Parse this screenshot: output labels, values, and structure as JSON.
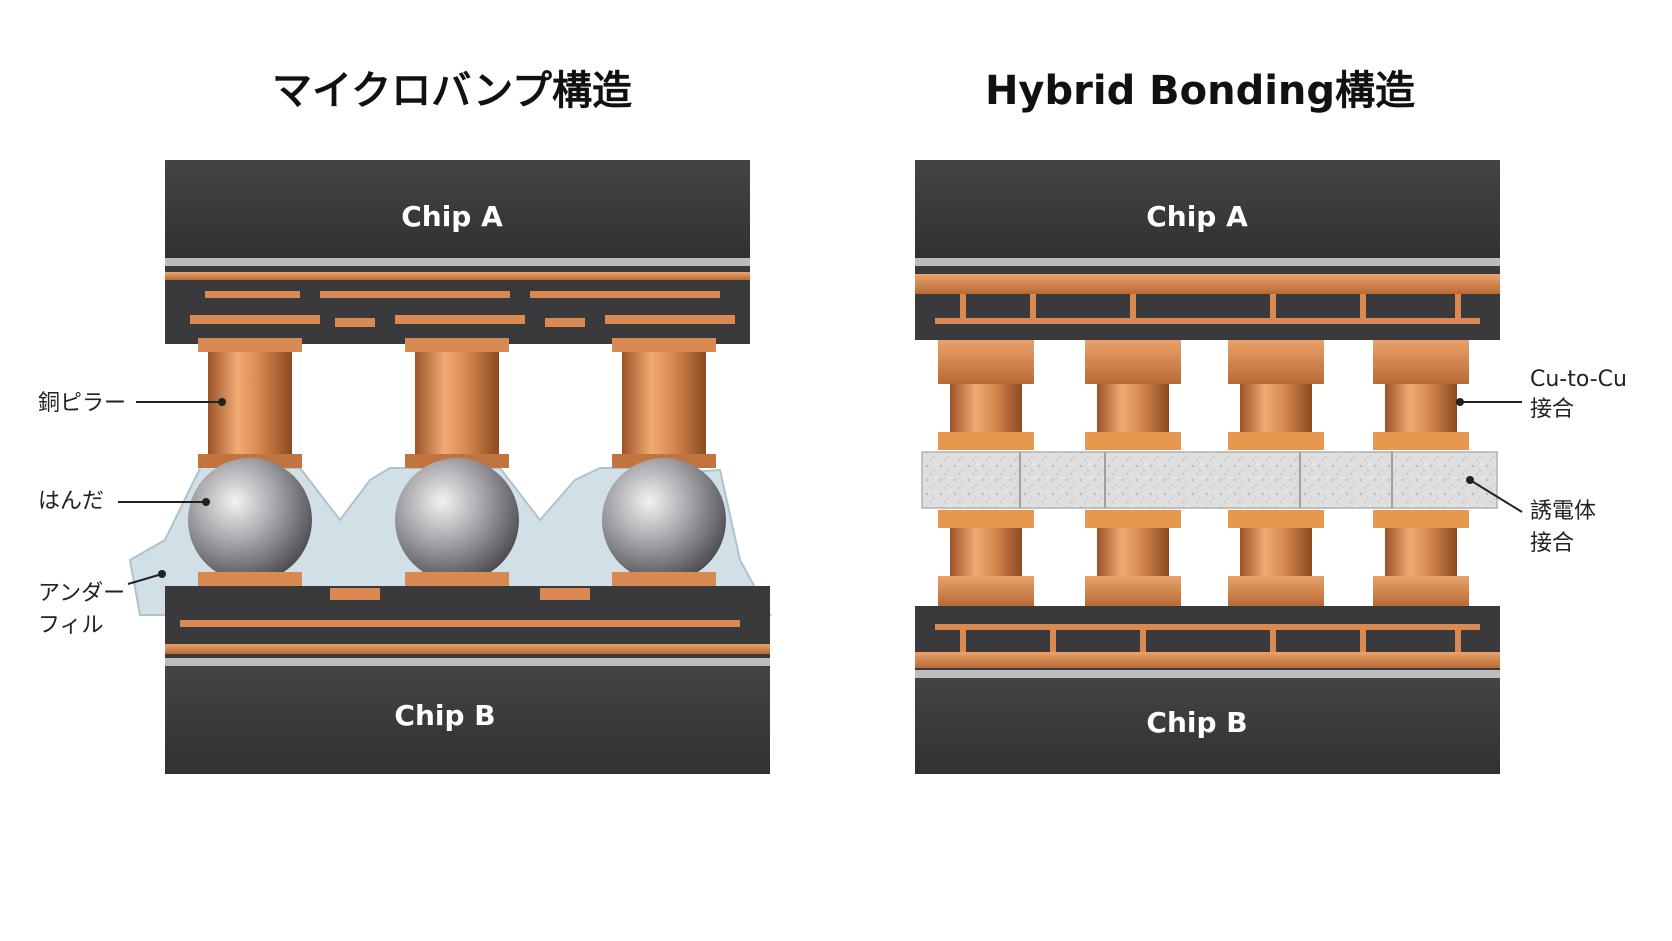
{
  "left": {
    "title": "マイクロバンプ構造",
    "chip_a": "Chip A",
    "chip_b": "Chip B",
    "callouts": {
      "pillar": "銅ピラー",
      "solder": "はんだ",
      "underfill_line1": "アンダー",
      "underfill_line2": "フィル"
    }
  },
  "right": {
    "title": "Hybrid Bonding構造",
    "chip_a": "Chip A",
    "chip_b": "Chip B",
    "callouts": {
      "cu_line1": "Cu-to-Cu",
      "cu_line2": "接合",
      "diel_line1": "誘電体",
      "diel_line2": "接合"
    }
  },
  "colors": {
    "chip": "#3b3b3e",
    "copper": "#d98a52",
    "copper_dark": "#a85a2c",
    "solder": "#b7b7ba",
    "underfill": "#c9dae3",
    "dielectric": "#dcdcdc",
    "leader": "#222222"
  }
}
